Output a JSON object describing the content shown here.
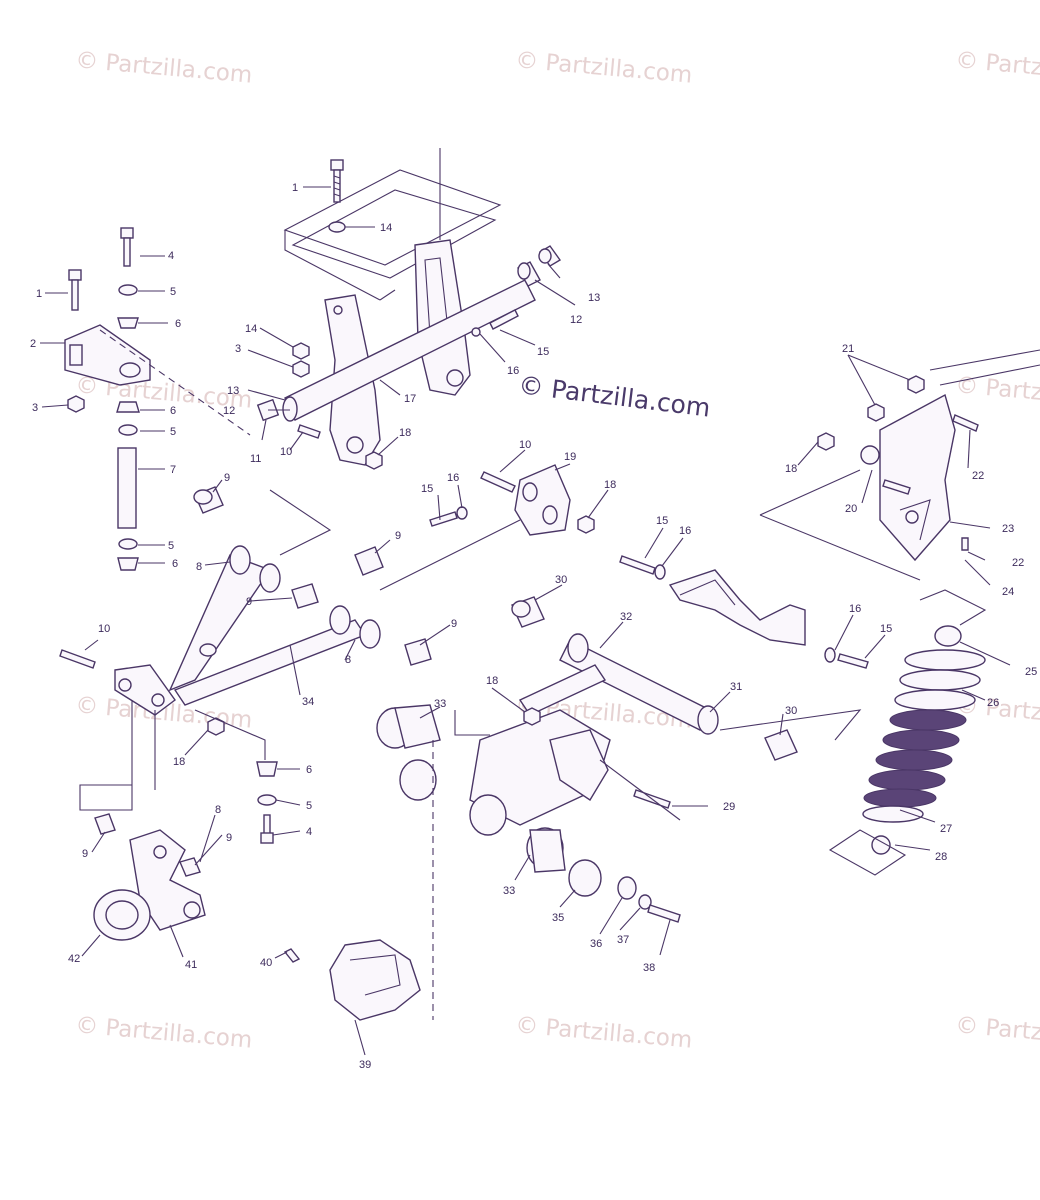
{
  "watermark": {
    "text": "© Partzilla.com",
    "center_text": "© Partzilla.com"
  },
  "colors": {
    "ink": "#4a3666",
    "watermark": "#e6d2d2"
  },
  "callouts": [
    "1",
    "2",
    "3",
    "4",
    "5",
    "6",
    "7",
    "8",
    "9",
    "10",
    "11",
    "12",
    "13",
    "14",
    "15",
    "16",
    "17",
    "18",
    "19",
    "20",
    "21",
    "22",
    "23",
    "24",
    "25",
    "26",
    "27",
    "28",
    "29",
    "30",
    "31",
    "32",
    "33",
    "34",
    "35",
    "36",
    "37",
    "38",
    "39",
    "40",
    "41",
    "42"
  ]
}
